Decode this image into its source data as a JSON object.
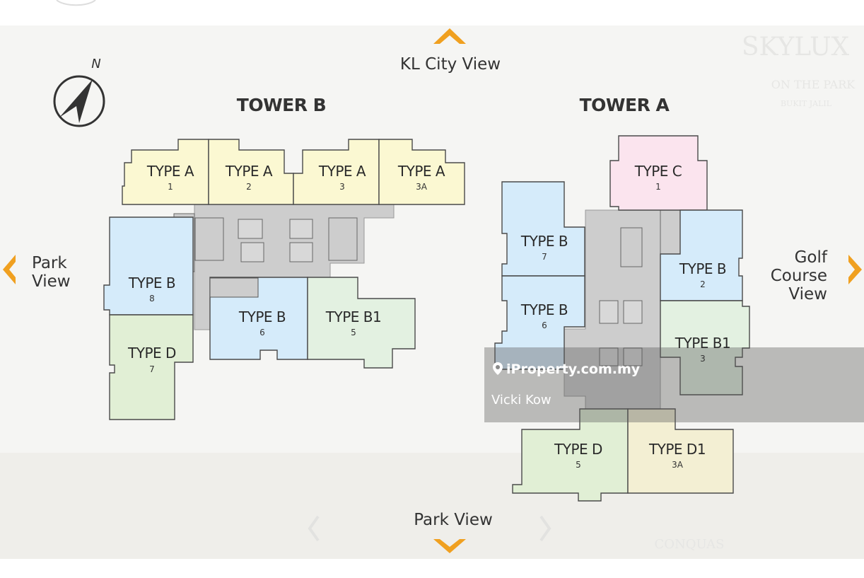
{
  "directions": {
    "north": "N",
    "top": "KL City View",
    "bottom": "Park View",
    "left": [
      "Park",
      "View"
    ],
    "right": [
      "Golf",
      "Course",
      "View"
    ]
  },
  "towers": [
    {
      "name": "TOWER B",
      "units": [
        {
          "type": "TYPE A",
          "no": "1"
        },
        {
          "type": "TYPE A",
          "no": "2"
        },
        {
          "type": "TYPE A",
          "no": "3"
        },
        {
          "type": "TYPE A",
          "no": "3A"
        },
        {
          "type": "TYPE B",
          "no": "8"
        },
        {
          "type": "TYPE D",
          "no": "7"
        },
        {
          "type": "TYPE B",
          "no": "6"
        },
        {
          "type": "TYPE B1",
          "no": "5"
        }
      ]
    },
    {
      "name": "TOWER A",
      "units": [
        {
          "type": "TYPE C",
          "no": "1"
        },
        {
          "type": "TYPE B",
          "no": "7"
        },
        {
          "type": "TYPE B",
          "no": "6"
        },
        {
          "type": "TYPE B",
          "no": "2"
        },
        {
          "type": "TYPE B1",
          "no": "3"
        },
        {
          "type": "TYPE D",
          "no": "5"
        },
        {
          "type": "TYPE D1",
          "no": "3A"
        }
      ]
    }
  ],
  "background_text": {
    "brand": "SKYLUX",
    "line1": "ON THE PARK",
    "line2": "BUKIT JALIL",
    "footer": "CONQUAS"
  },
  "watermark": {
    "site": "iProperty.com.my",
    "agent": "Vicki Kow"
  },
  "colors": {
    "type_a": "#fbf8d2",
    "type_b": "#d5ebfa",
    "type_b1": "#e3f1e1",
    "type_c": "#fbe4ee",
    "type_d": "#e1efd5",
    "type_d1": "#f3efd3",
    "core": "#cdcdcd",
    "accent": "#f0a020"
  }
}
